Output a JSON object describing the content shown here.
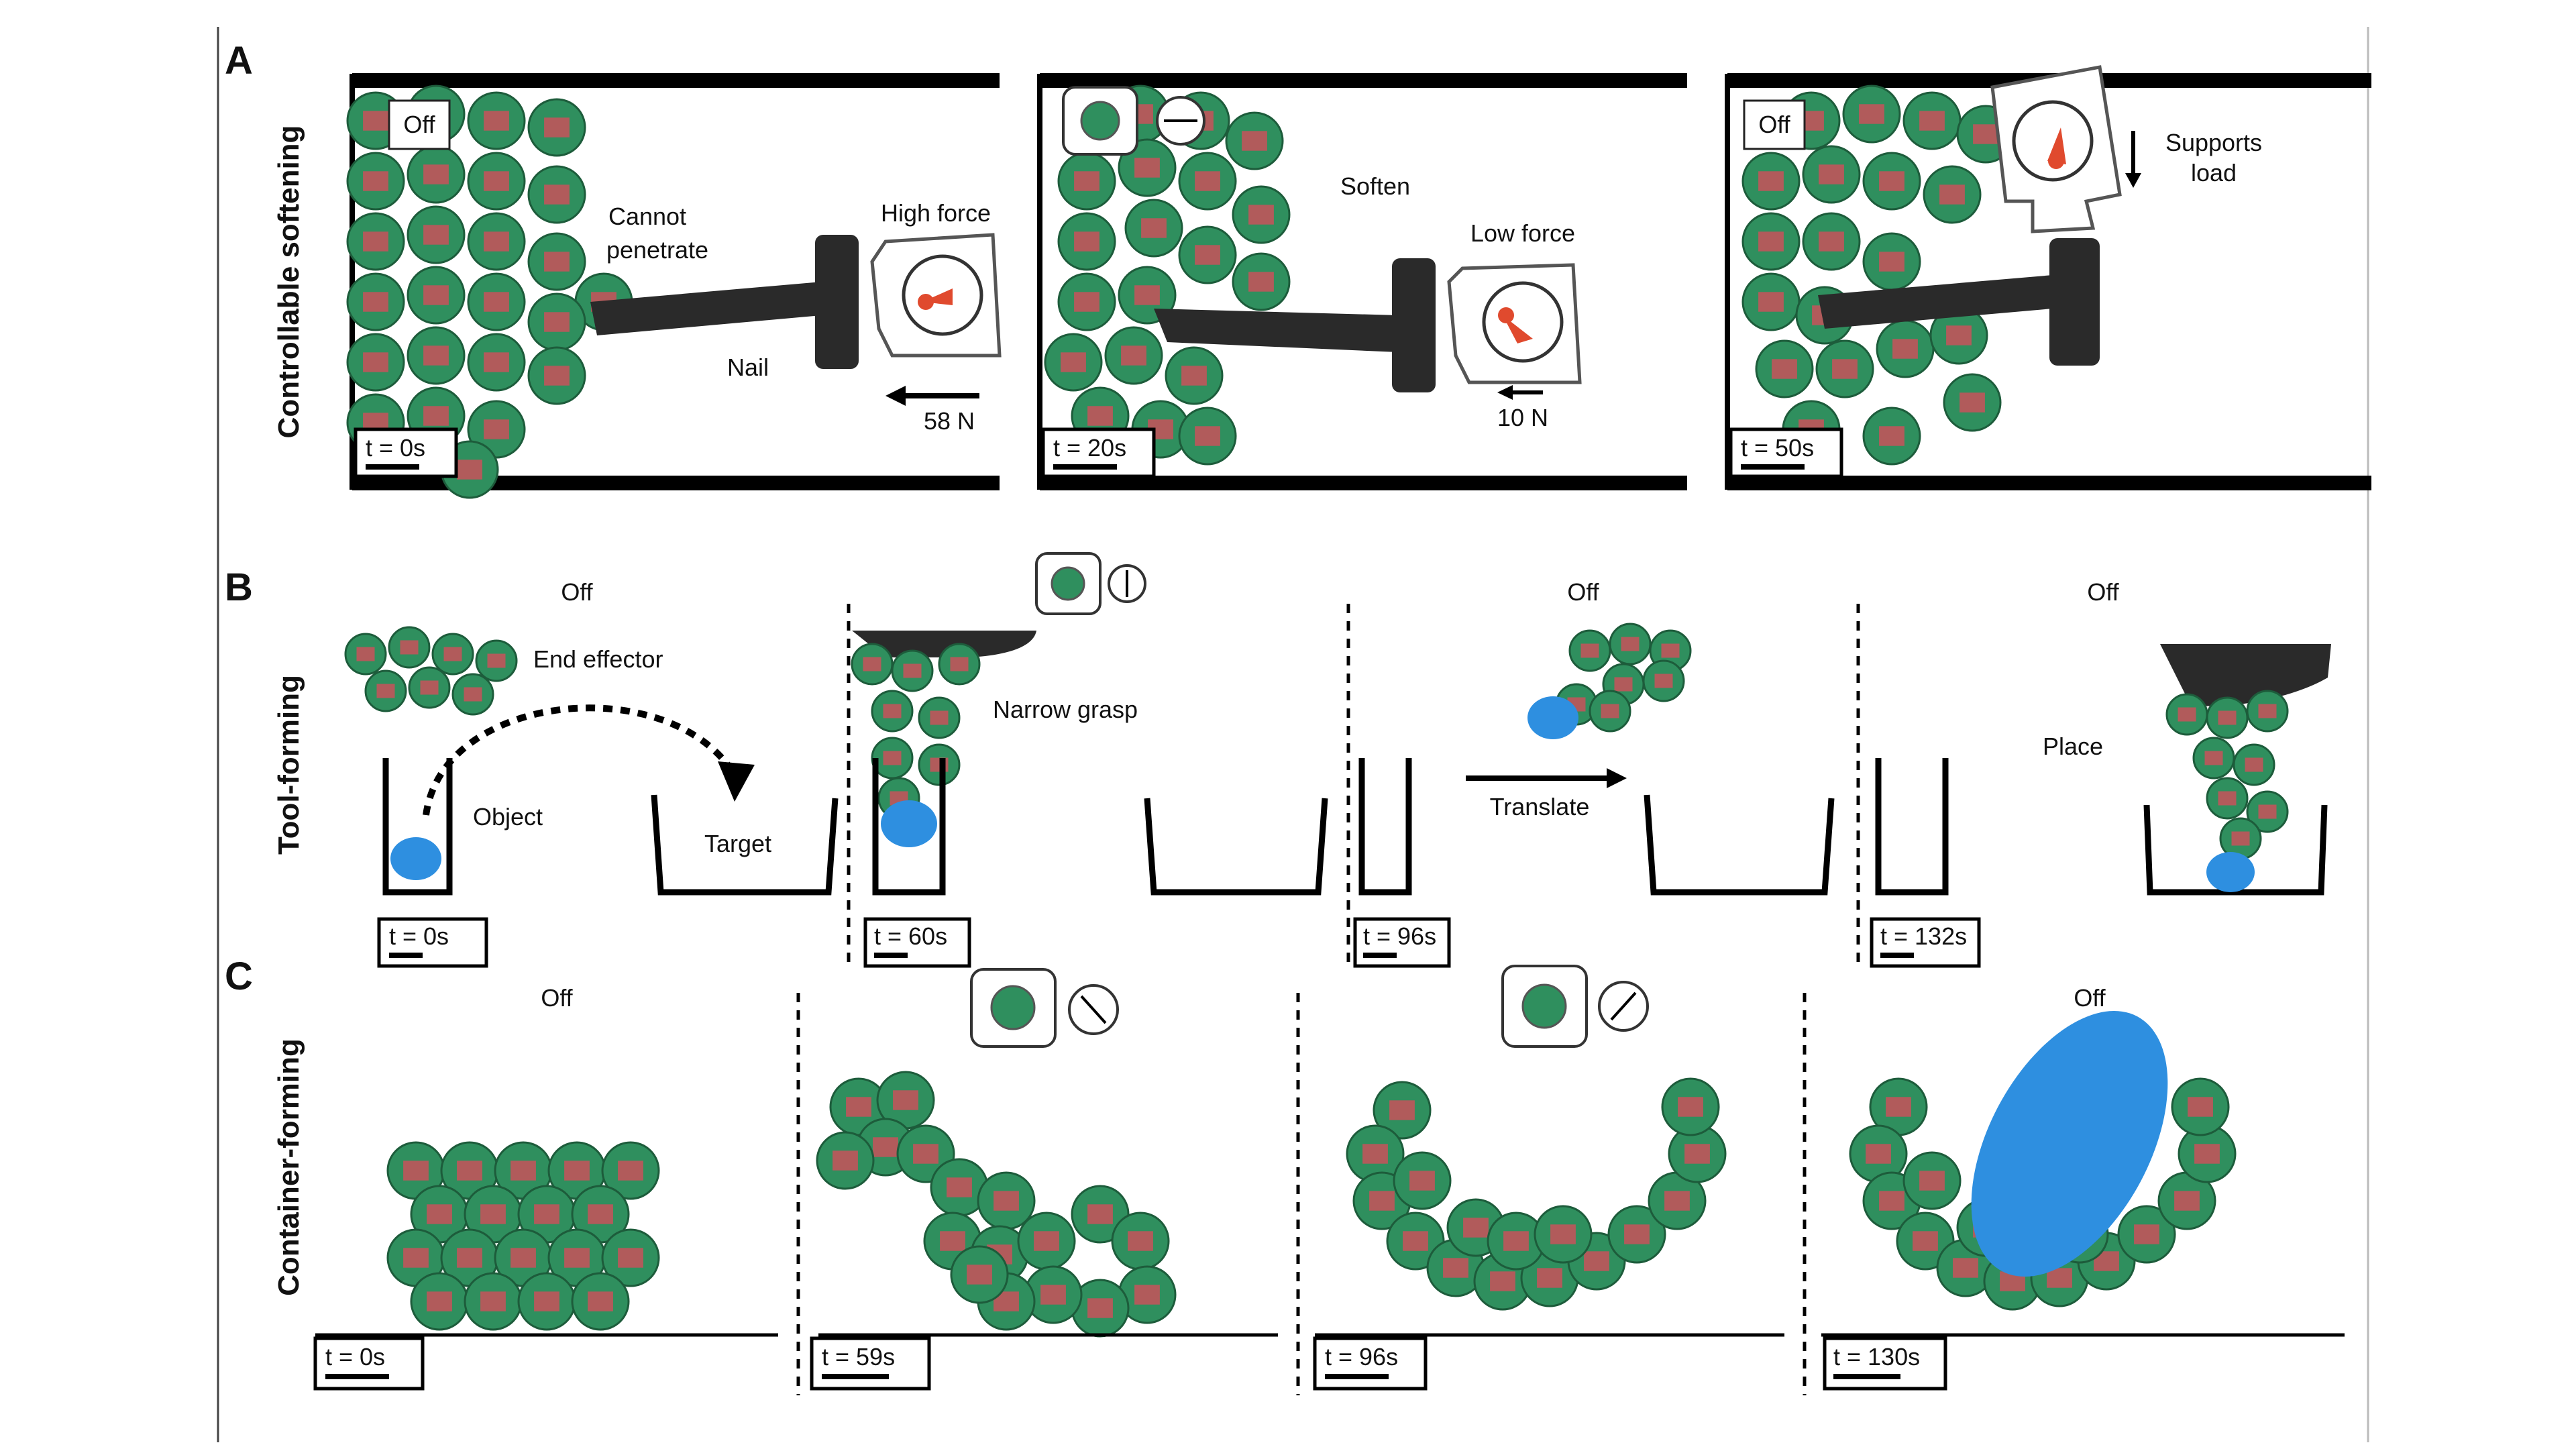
{
  "figure": {
    "row_a": {
      "letter": "A",
      "side_label": "Controllable softening",
      "panels": [
        {
          "status": "Off",
          "time": "t = 0s",
          "annotations": [
            "Cannot",
            "penetrate",
            "High force",
            "Nail",
            "58 N"
          ]
        },
        {
          "time": "t = 20s",
          "annotations": [
            "Soften",
            "Low force",
            "10 N"
          ]
        },
        {
          "status": "Off",
          "time": "t = 50s",
          "annotations": [
            "Supports",
            "load"
          ]
        }
      ]
    },
    "row_b": {
      "letter": "B",
      "side_label": "Tool-forming",
      "panels": [
        {
          "status": "Off",
          "time": "t = 0s",
          "annotations": [
            "End effector",
            "Object",
            "Target"
          ]
        },
        {
          "time": "t = 60s",
          "annotations": [
            "Narrow grasp"
          ]
        },
        {
          "status": "Off",
          "time": "t = 96s",
          "annotations": [
            "Translate"
          ]
        },
        {
          "status": "Off",
          "time": "t = 132s",
          "annotations": [
            "Place"
          ]
        }
      ]
    },
    "row_c": {
      "letter": "C",
      "side_label": "Container-forming",
      "panels": [
        {
          "status": "Off",
          "time": "t = 0s"
        },
        {
          "time": "t = 59s"
        },
        {
          "time": "t = 96s"
        },
        {
          "status": "Off",
          "time": "t = 130s"
        }
      ]
    },
    "colors": {
      "robot_green": "#2f8f5e",
      "robot_red": "#c8525a",
      "object_blue": "#2e8fe0",
      "nail_dark": "#2a2a2a"
    }
  }
}
